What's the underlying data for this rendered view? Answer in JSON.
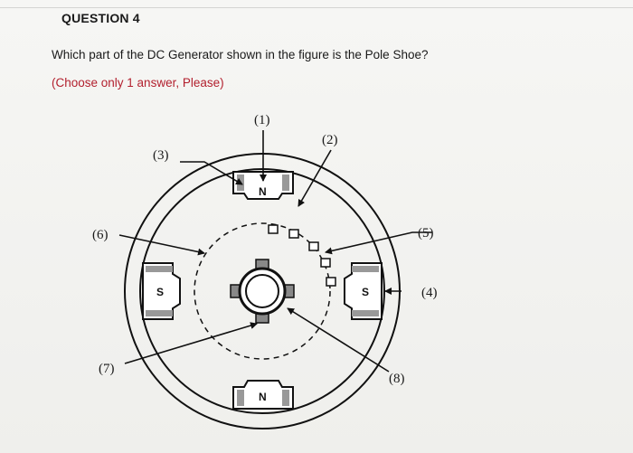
{
  "question": {
    "title": "QUESTION 4",
    "text": "Which part of the DC Generator shown in the figure is the Pole Shoe?",
    "hint": "(Choose only 1 answer, Please)"
  },
  "figure": {
    "labels": {
      "l1": "(1)",
      "l2": "(2)",
      "l3": "(3)",
      "l4": "(4)",
      "l5": "(5)",
      "l6": "(6)",
      "l7": "(7)",
      "l8": "(8)"
    },
    "poles": {
      "top": "N",
      "bottom": "N",
      "left": "S",
      "right": "S"
    }
  },
  "colors": {
    "hint": "#b21f2d",
    "ink": "#111111"
  }
}
